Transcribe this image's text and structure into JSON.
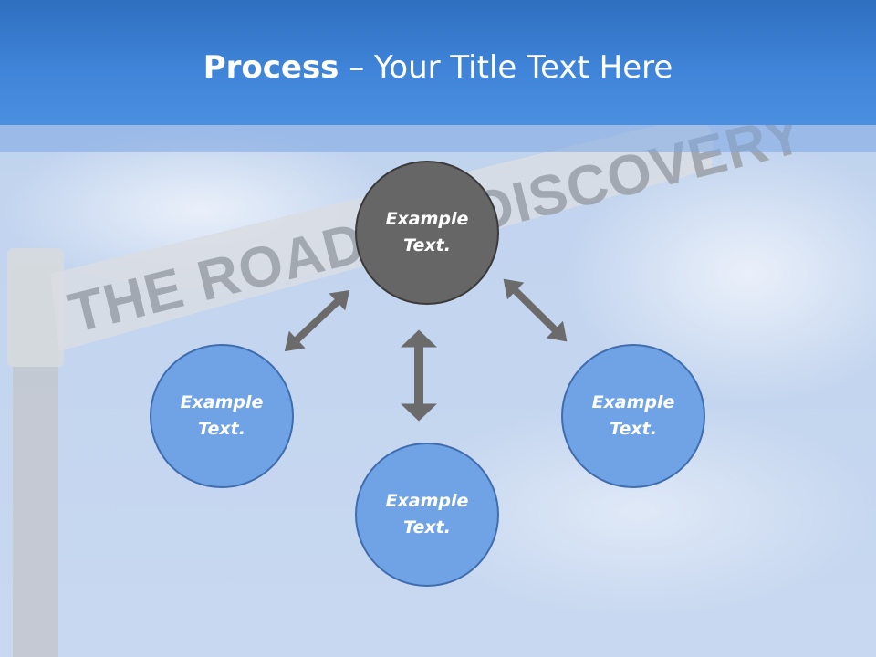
{
  "slide": {
    "title_bold": "Process",
    "title_rest": " – Your Title Text Here",
    "background_sign_text": "THE ROAD TO DISCOVERY"
  },
  "nodes": {
    "center": "Example\nText.",
    "left": "Example\nText.",
    "bottom": "Example\nText.",
    "right": "Example\nText."
  },
  "colors": {
    "title_bar": "#3f84d8",
    "center_node": "#666666",
    "outer_node": "#6fa3e6",
    "arrow": "#6b6b6b"
  }
}
